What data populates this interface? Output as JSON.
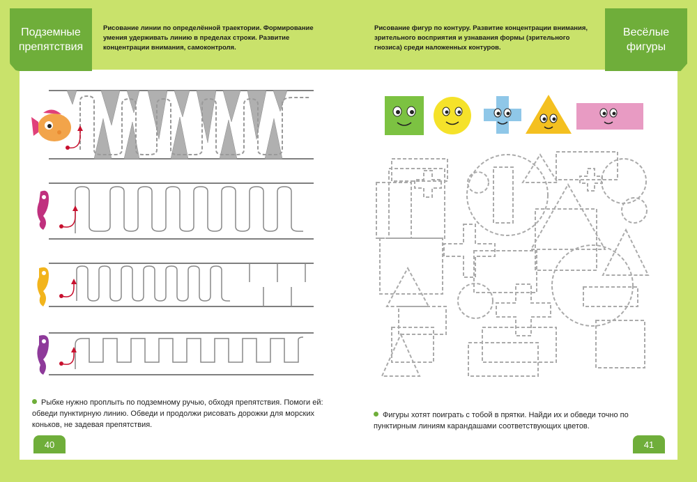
{
  "left_page": {
    "tab_title": "Подземные препятствия",
    "header_text": "Рисование линии по определённой траектории. Формирование умения удерживать линию в пределах строки. Развитие концентрации внимания, самоконтроля.",
    "instruction": "Рыбке нужно проплыть по подземному ручью, обходя препятствия. Помоги ей: обведи пунктирную линию. Обведи и продолжи рисовать дорожки для морских коньков, не задевая препятствия.",
    "page_number": "40"
  },
  "right_page": {
    "tab_title": "Весёлые фигуры",
    "header_text": "Рисование фигур по контуру. Развитие концентрации внимания, зрительного восприятия и узнавания формы (зрительного гнозиса) среди наложенных контуров.",
    "instruction": "Фигуры хотят поиграть с тобой в прятки. Найди их и обведи точно по пунктирным линиям карандашами соответствующих цветов.",
    "page_number": "41"
  },
  "colors": {
    "accent_green": "#6fae3a",
    "background_green": "#c9e26b",
    "square_green": "#7cc242",
    "circle_yellow": "#f5e22a",
    "cross_blue": "#8fc7e8",
    "triangle_yellow": "#f4c020",
    "rect_pink": "#e89bc3",
    "arrow_red": "#c8102e"
  },
  "icons": [
    "fish-icon",
    "seahorse-pink-icon",
    "seahorse-yellow-icon",
    "seahorse-purple-icon"
  ]
}
